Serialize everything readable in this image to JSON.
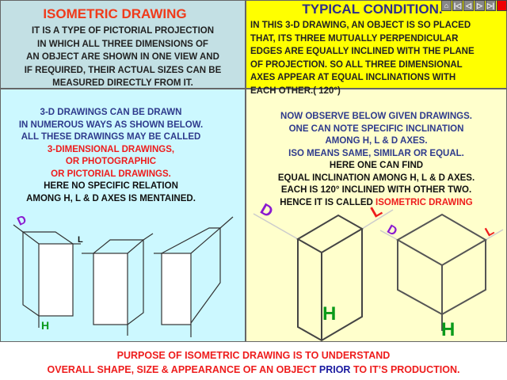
{
  "left_top": {
    "title": "ISOMETRIC DRAWING",
    "body": [
      "IT IS A TYPE OF PICTORIAL PROJECTION",
      "IN WHICH ALL THREE DIMENSIONS OF",
      "AN OBJECT ARE SHOWN IN ONE VIEW AND",
      "IF REQUIRED, THEIR ACTUAL SIZES CAN BE",
      "MEASURED DIRECTLY FROM IT."
    ]
  },
  "right_top": {
    "title": "TYPICAL CONDITION.",
    "body": [
      "IN THIS  3-D DRAWING, AN OBJECT IS SO PLACED",
      "THAT, ITS THREE MUTUALLY PERPENDICULAR",
      "EDGES ARE EQUALLY INCLINED WITH THE PLANE",
      "OF PROJECTION. SO ALL THREE DIMENSIONAL",
      "AXES APPEAR  AT EQUAL INCLINATIONS WITH",
      "EACH OTHER.( 120°)"
    ]
  },
  "left_mid": {
    "blue": [
      "3-D DRAWINGS CAN BE DRAWN",
      "IN NUMEROUS WAYS AS SHOWN BELOW.",
      "ALL THESE DRAWINGS MAY BE CALLED"
    ],
    "red": [
      "3-DIMENSIONAL DRAWINGS,",
      "OR PHOTOGRAPHIC",
      "OR PICTORIAL DRAWINGS."
    ],
    "black": [
      "HERE NO SPECIFIC RELATION",
      "AMONG H, L & D  AXES IS MENTAINED."
    ]
  },
  "right_mid": {
    "blue": [
      "NOW OBSERVE BELOW GIVEN DRAWINGS.",
      "ONE CAN NOTE SPECIFIC INCLINATION",
      "AMONG H, L & D AXES.",
      "ISO MEANS SAME, SIMILAR OR EQUAL."
    ],
    "black": [
      "HERE ONE CAN FIND",
      "EQUAL  INCLINATION AMONG H, L & D AXES.",
      "EACH IS 120° INCLINED WITH OTHER TWO.",
      "HENCE IT IS CALLED "
    ],
    "red_tail": "ISOMETRIC DRAWING"
  },
  "axes": {
    "d": "D",
    "l": "L",
    "h": "H"
  },
  "footer": {
    "line1": "PURPOSE OF ISOMETRIC DRAWING IS TO UNDERSTAND",
    "line2_a": "OVERALL SHAPE, SIZE & APPEARANCE OF AN OBJECT ",
    "line2_b": "PRIOR",
    "line2_c": " TO IT’S PRODUCTION."
  },
  "nav": {
    "home": "⌂",
    "first": "|◁",
    "prev": "◁",
    "next": "▷",
    "last": "▷|",
    "stop": ""
  },
  "colors": {
    "red": "#ee1c1c",
    "blue": "#2e3a8c",
    "green": "#0a9a1a",
    "purple": "#8a1ad0"
  }
}
